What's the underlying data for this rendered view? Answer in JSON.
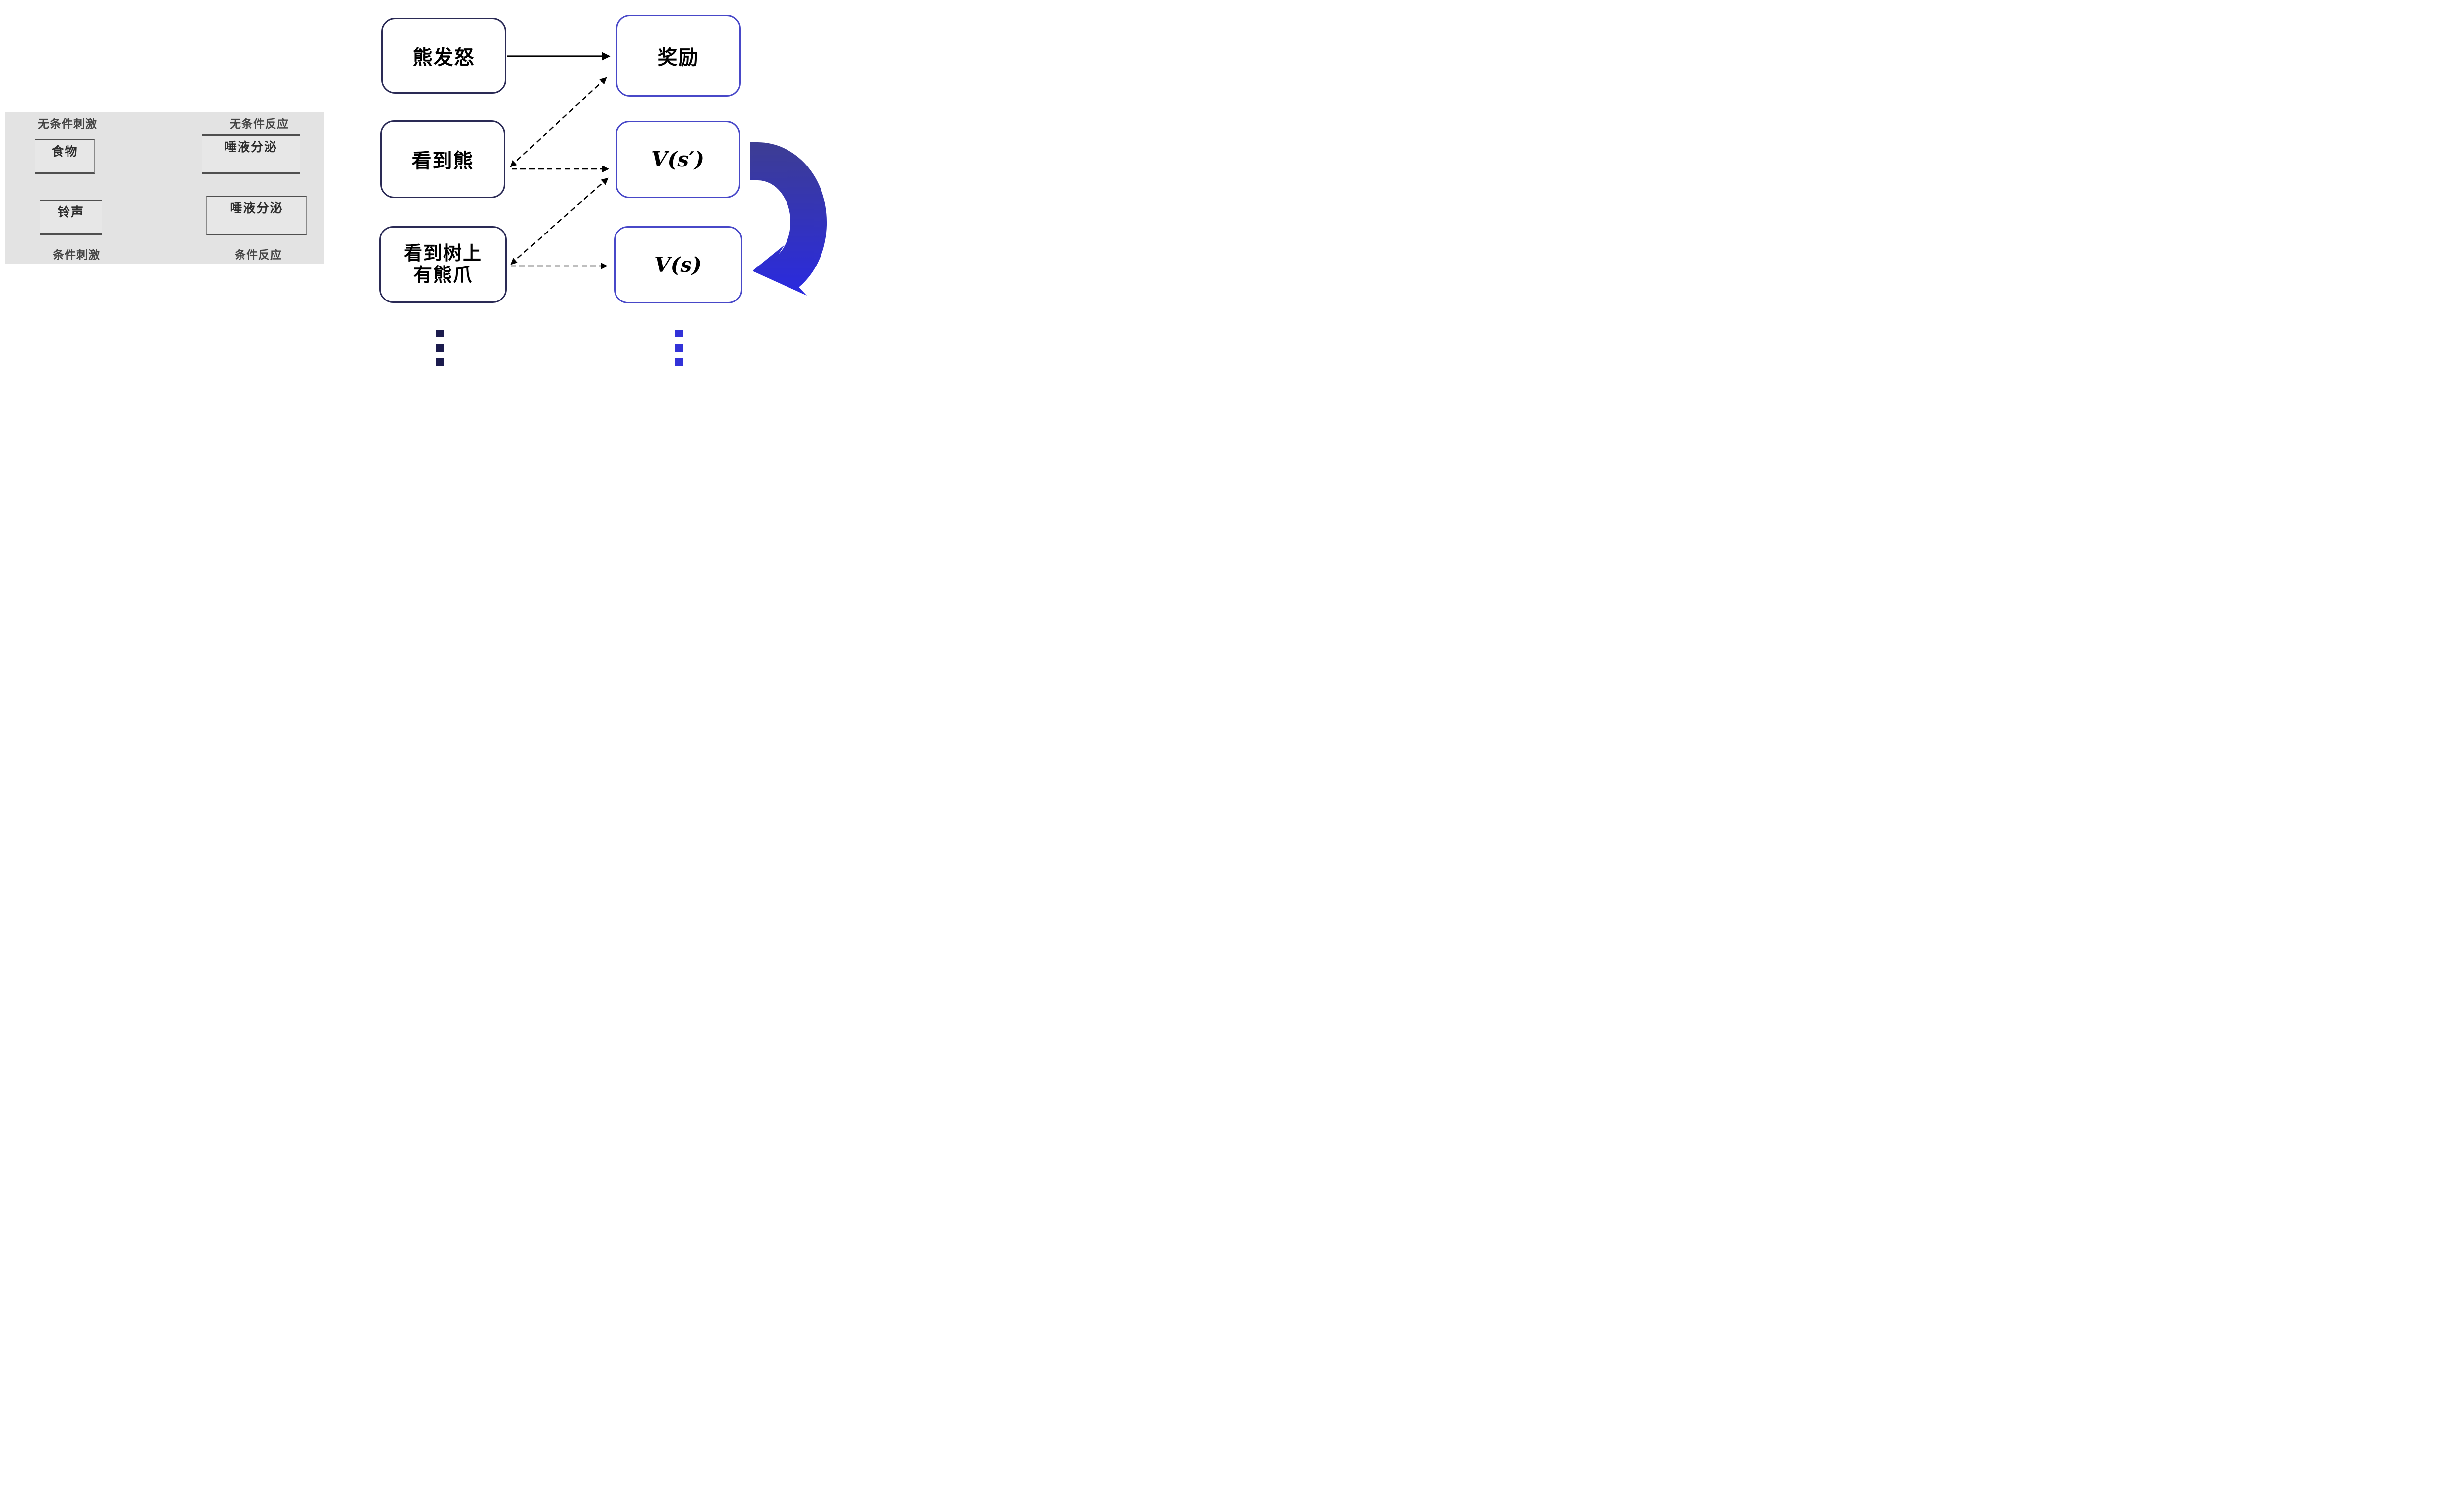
{
  "left_panel": {
    "label_unconditioned_stimulus": "无条件刺激",
    "label_unconditioned_response": "无条件反应",
    "label_conditioned_stimulus": "条件刺激",
    "label_conditioned_response": "条件反应",
    "box_food": "食物",
    "box_salivation_top": "唾液分泌",
    "box_bell": "铃声",
    "box_salivation_bottom": "唾液分泌",
    "colors": {
      "panel_background": "#e3e3e3",
      "box_border": "#4f4f4f",
      "text": "#2e2e2e",
      "arrow": "#4a4a4a"
    }
  },
  "right_panel": {
    "box_bear_rage": "熊发怒",
    "box_reward": "奖励",
    "box_see_bear": "看到熊",
    "box_see_claws": "看到树上\n有熊爪",
    "box_value_next": "V(s′)",
    "box_value_current": "V(s)",
    "icons": {
      "loop_arrow": "curved-loop-arrow",
      "ellipsis_left": "vertical-ellipsis-dots",
      "ellipsis_right": "vertical-ellipsis-dots"
    },
    "colors": {
      "state_border": "#2a2a55",
      "value_border": "#4848c8",
      "connector": "#000000",
      "loop_arrow_top": "#3d3d93",
      "loop_arrow_bottom": "#2a2ae0",
      "dots_left": "#1b1b4d",
      "dots_right": "#3232d8"
    }
  }
}
